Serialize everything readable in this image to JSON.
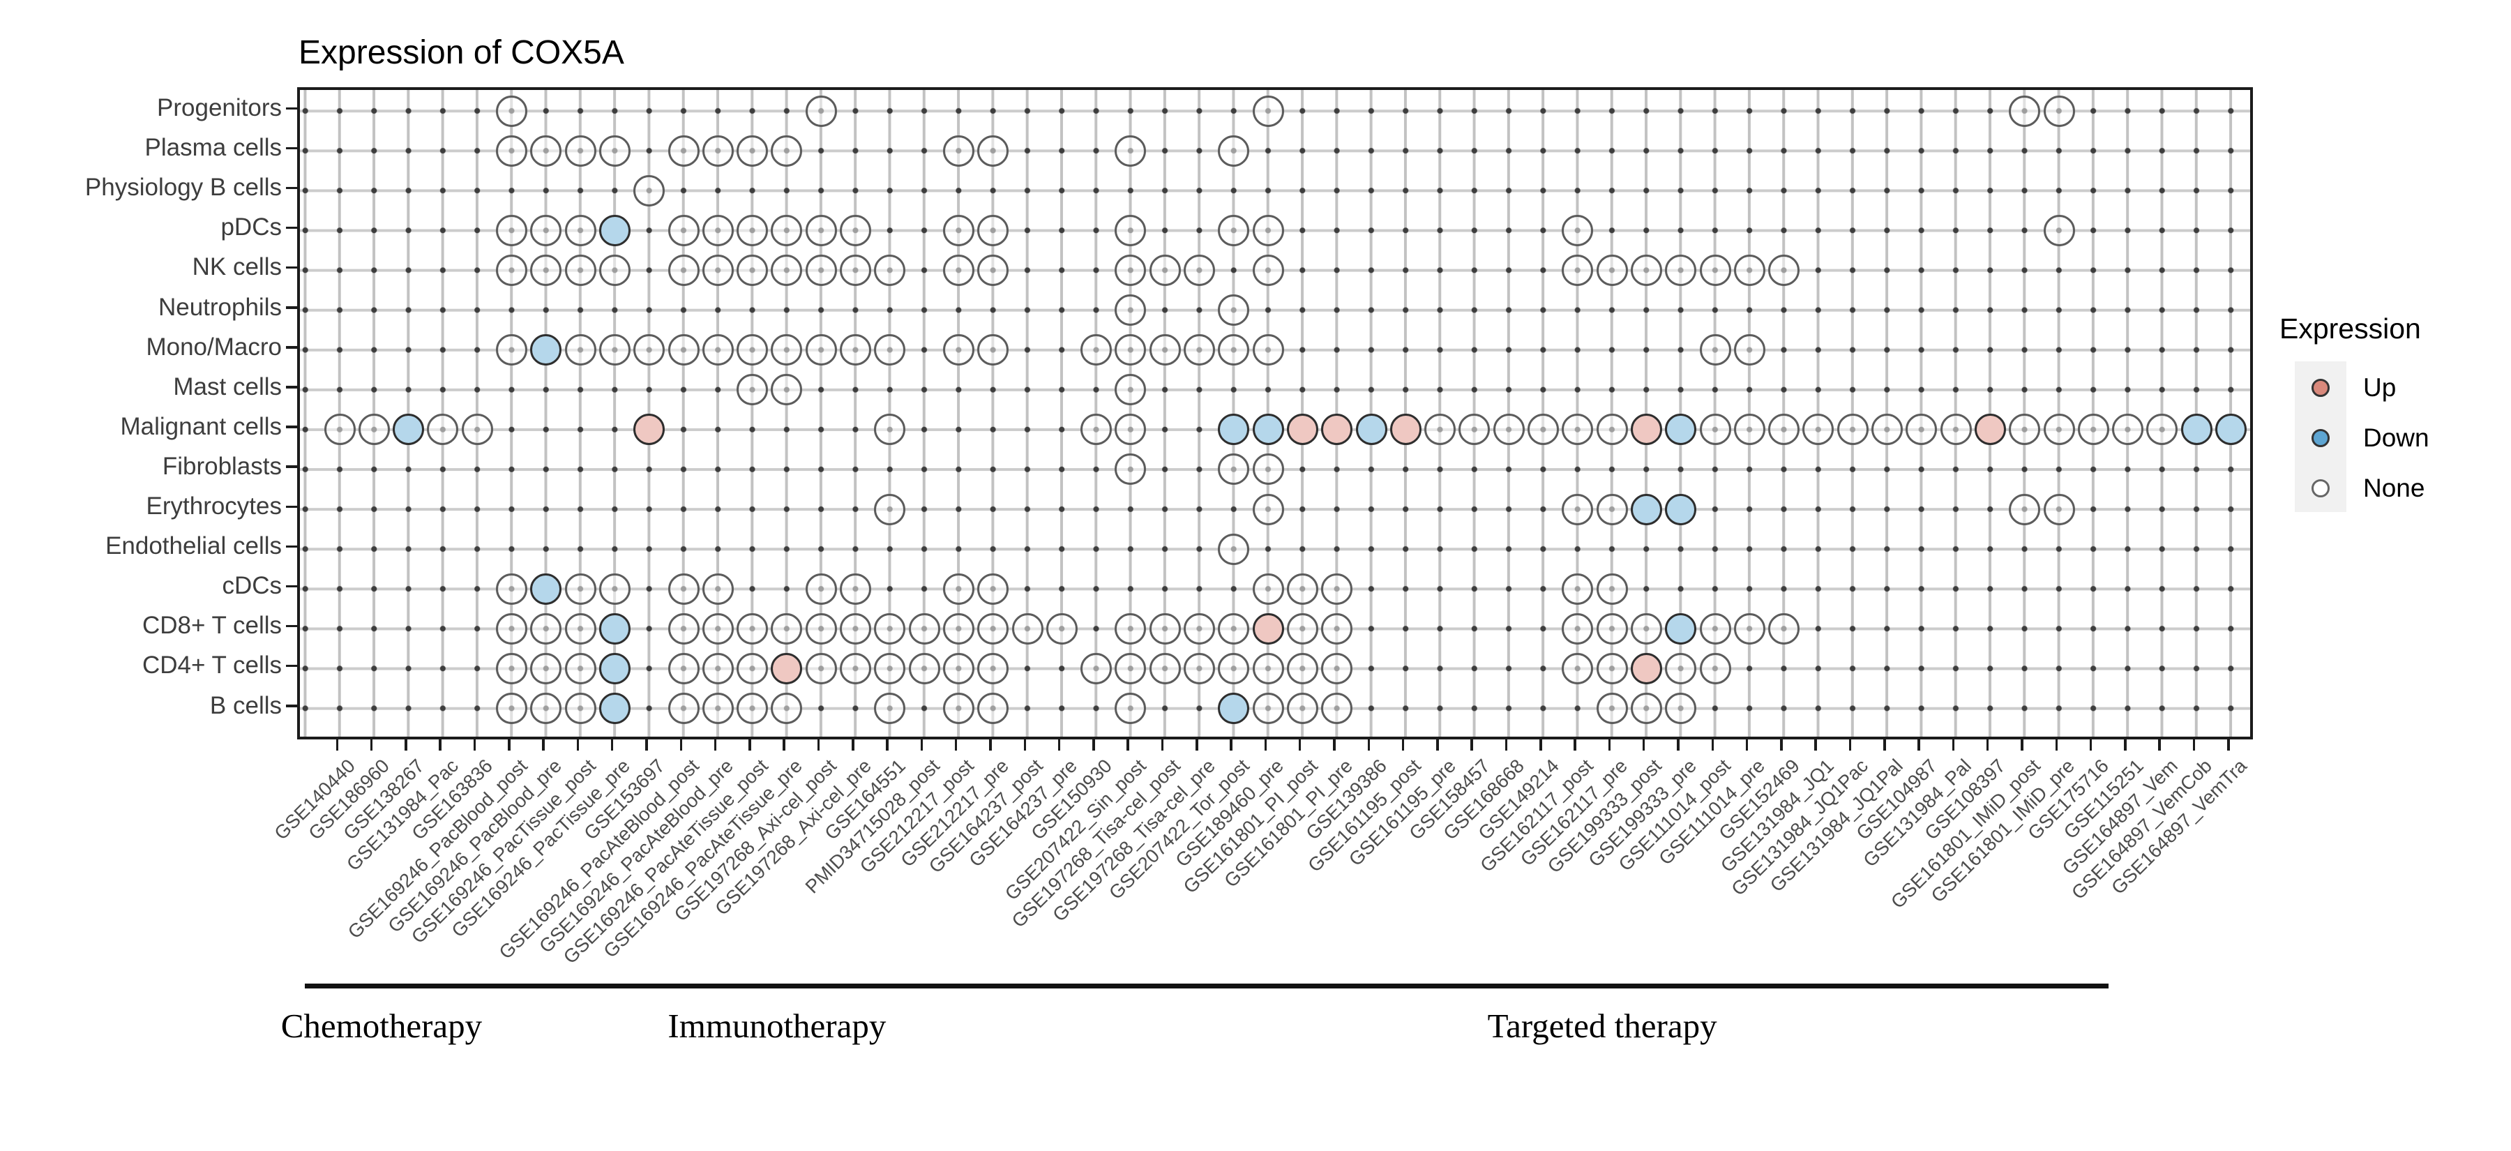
{
  "title": "Expression of COX5A",
  "chart_data": {
    "type": "dot-matrix",
    "title": "Expression of COX5A",
    "y_categories": [
      "Progenitors",
      "Plasma cells",
      "Physiology B cells",
      "pDCs",
      "NK cells",
      "Neutrophils",
      "Mono/Macro",
      "Mast cells",
      "Malignant cells",
      "Fibroblasts",
      "Erythrocytes",
      "Endothelial cells",
      "cDCs",
      "CD8+ T cells",
      "CD4+ T cells",
      "B cells"
    ],
    "x_categories": [
      "GSE140440",
      "GSE186960",
      "GSE138267",
      "GSE131984_Pac",
      "GSE163836",
      "GSE169246_PacBlood_post",
      "GSE169246_PacBlood_pre",
      "GSE169246_PacTissue_post",
      "GSE169246_PacTissue_pre",
      "GSE153697",
      "GSE169246_PacAteBlood_post",
      "GSE169246_PacAteBlood_pre",
      "GSE169246_PacAteTissue_post",
      "GSE169246_PacAteTissue_pre",
      "GSE197268_Axi-cel_post",
      "GSE197268_Axi-cel_pre",
      "GSE164551",
      "PMID34715028_post",
      "GSE212217_post",
      "GSE212217_pre",
      "GSE164237_post",
      "GSE164237_pre",
      "GSE150930",
      "GSE207422_Sin_post",
      "GSE197268_Tisa-cel_post",
      "GSE197268_Tisa-cel_pre",
      "GSE207422_Tor_post",
      "GSE189460_pre",
      "GSE161801_PI_post",
      "GSE161801_PI_pre",
      "GSE139386",
      "GSE161195_post",
      "GSE161195_pre",
      "GSE158457",
      "GSE168668",
      "GSE149214",
      "GSE162117_post",
      "GSE162117_pre",
      "GSE199333_post",
      "GSE199333_pre",
      "GSE111014_post",
      "GSE111014_pre",
      "GSE152469",
      "GSE131984_JQ1",
      "GSE131984_JQ1Pac",
      "GSE131984_JQ1Pal",
      "GSE104987",
      "GSE131984_Pal",
      "GSE108397",
      "GSE161801_IMiD_post",
      "GSE161801_IMiD_pre",
      "GSE175716",
      "GSE115251",
      "GSE164897_Vem",
      "GSE164897_VemCob",
      "GSE164897_VemTra"
    ],
    "matrix_key": {
      ".": "no circle",
      "N": "None",
      "U": "Up",
      "D": "Down"
    },
    "matrix": [
      ".....N........N............N.....................NN.....",
      ".....NNNN.NNNN....NN...N..N.............................",
      ".........N..............................................",
      ".....NNND.NNNNNN..NN...N..NN........N.............N.....",
      ".....NNNN.NNNNNNN.NN...NNN.N........NNNNNNN.............",
      ".......................N..N.............................",
      ".....NDNNNNNNNNNN.NN..NNNNNN............NN..............",
      "............NN.........N................................",
      "NNDNN....U......N.....NN..DDUUDUNNNNNNUDNNNNNNNNUNNNNNDD",
      ".......................N..NN............................",
      "................N..........N........NNDD.........NN.....",
      "..........................N.............................",
      ".....NDNN.NN..NN..NN.......NNN......NN..................",
      ".....NNND.NNNNNNNNNNNN.NNNNUNN......NNNDNNN.............",
      ".....NNND.NNNUNNNNNN..NNNNNNNN......NNUNN...............",
      ".....NNND.NNNN..N.NN...N..DNNN.......NNN................"
    ],
    "groups": [
      {
        "label": "Chemotherapy",
        "col_start": 1,
        "col_end": 4
      },
      {
        "label": "Immunotherapy",
        "col_start": 5,
        "col_end": 23
      },
      {
        "label": "Targeted therapy",
        "col_start": 24,
        "col_end": 52
      }
    ],
    "legend": {
      "title": "Expression",
      "items": [
        {
          "label": "Up",
          "value": "U",
          "swatch": "#D9897C"
        },
        {
          "label": "Down",
          "value": "D",
          "swatch": "#5EA5D2"
        },
        {
          "label": "None",
          "value": "N",
          "swatch": "#FFFFFF"
        }
      ]
    },
    "colors": {
      "up_fill": "#EFC8C2",
      "down_fill": "#B5D7EB",
      "none_fill": "#FFFFFF",
      "circle_outline": "#5c5c5c",
      "colored_outline": "#2e2e2e",
      "gridline": "#c2c2c2",
      "axis_text": "#4d4d4d"
    },
    "layout": {
      "grid_on": true,
      "legend_position": "right",
      "x_label_angle": 45
    }
  }
}
